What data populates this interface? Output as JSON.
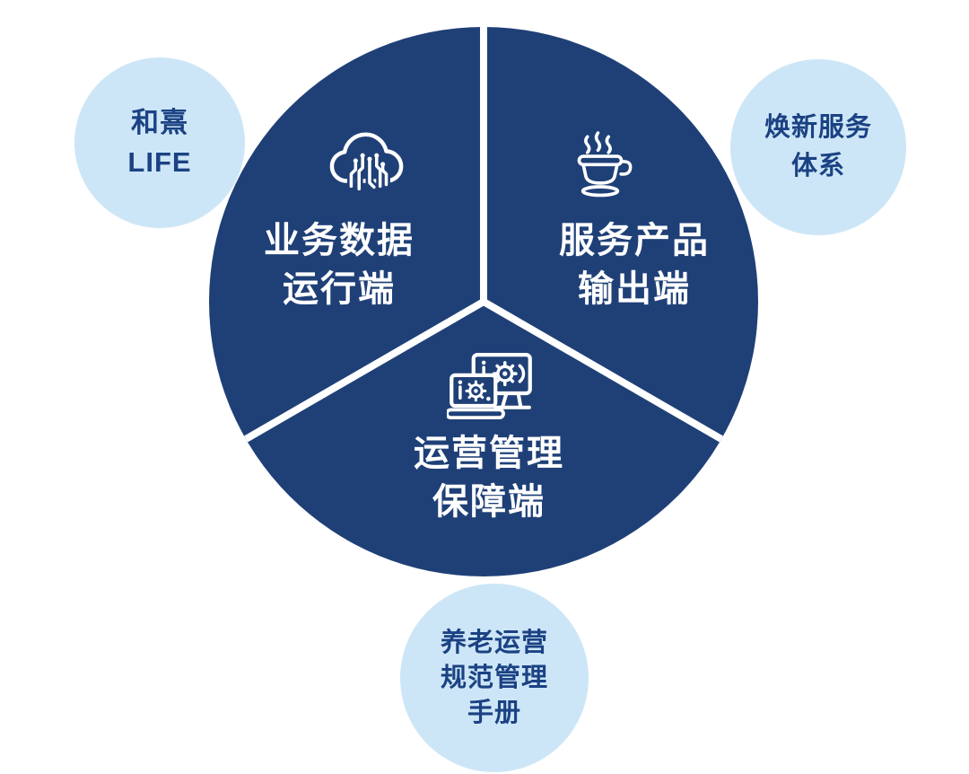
{
  "diagram": {
    "center_circle": {
      "segments": [
        {
          "name": "business-data",
          "icon": "cloud-data-icon",
          "line1": "业务数据",
          "line2": "运行端"
        },
        {
          "name": "service-product",
          "icon": "coffee-cup-icon",
          "line1": "服务产品",
          "line2": "输出端"
        },
        {
          "name": "operation-management",
          "icon": "computer-gears-icon",
          "line1": "运营管理",
          "line2": "保障端"
        }
      ]
    },
    "satellite_circles": [
      {
        "name": "hexi-life",
        "line1": "和熹",
        "line2": "LIFE"
      },
      {
        "name": "renewed-service",
        "line1": "焕新服务",
        "line2": "体系"
      },
      {
        "name": "elderly-care-manual",
        "line1": "养老运营",
        "line2": "规范管理",
        "line3": "手册"
      }
    ],
    "colors": {
      "navy": "#1F4077",
      "light_blue": "#CDE6F7",
      "text_navy": "#1B4283",
      "divider_white": "#FFFFFF"
    }
  }
}
